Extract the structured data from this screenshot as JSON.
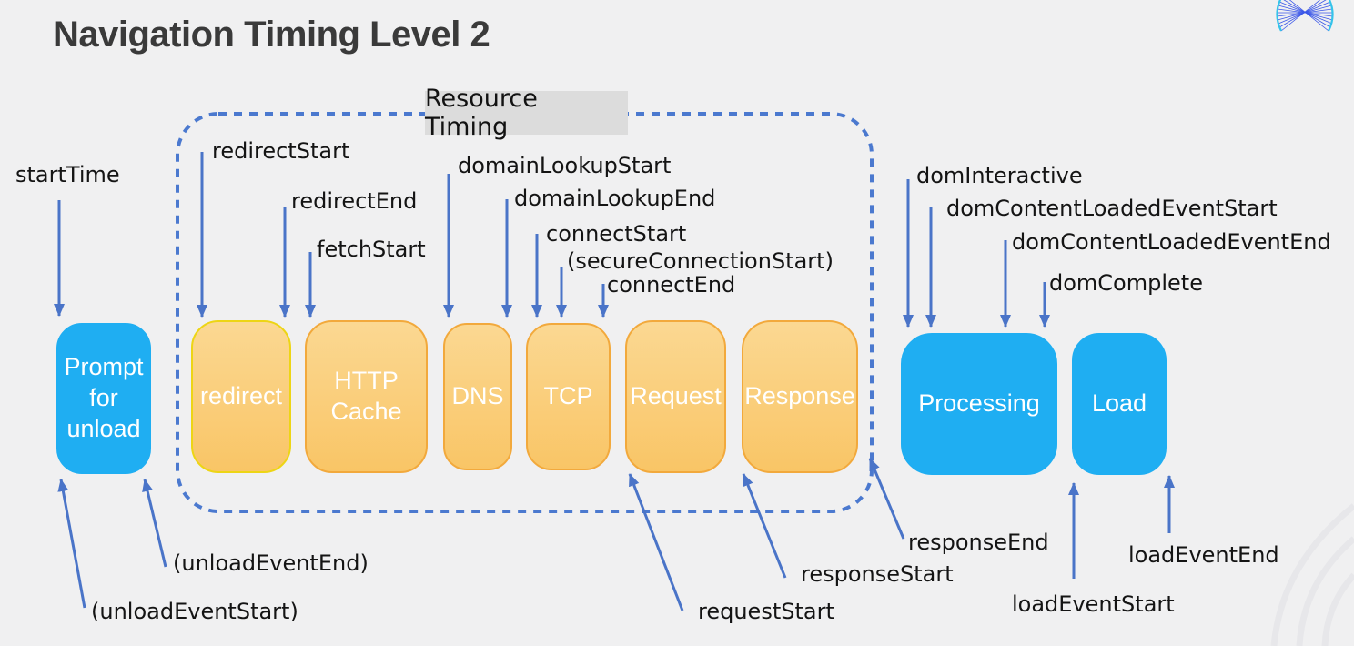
{
  "title": "Navigation Timing Level 2",
  "resource_timing": {
    "label": "Resource Timing"
  },
  "boxes": [
    {
      "id": "prompt",
      "label": "Prompt for unload",
      "color": "blue"
    },
    {
      "id": "redirect",
      "label": "redirect",
      "color": "orange"
    },
    {
      "id": "http-cache",
      "label": "HTTP Cache",
      "color": "orange"
    },
    {
      "id": "dns",
      "label": "DNS",
      "color": "orange"
    },
    {
      "id": "tcp",
      "label": "TCP",
      "color": "orange"
    },
    {
      "id": "request",
      "label": "Request",
      "color": "orange"
    },
    {
      "id": "response",
      "label": "Response",
      "color": "orange"
    },
    {
      "id": "processing",
      "label": "Processing",
      "color": "blue"
    },
    {
      "id": "load",
      "label": "Load",
      "color": "blue"
    }
  ],
  "events": {
    "startTime": "startTime",
    "redirectStart": "redirectStart",
    "redirectEnd": "redirectEnd",
    "fetchStart": "fetchStart",
    "domainLookupStart": "domainLookupStart",
    "domainLookupEnd": "domainLookupEnd",
    "connectStart": "connectStart",
    "secureConnectionStart": "(secureConnectionStart)",
    "connectEnd": "connectEnd",
    "domInteractive": "domInteractive",
    "domContentLoadedEventStart": "domContentLoadedEventStart",
    "domContentLoadedEventEnd": "domContentLoadedEventEnd",
    "domComplete": "domComplete",
    "unloadEventStart": "(unloadEventStart)",
    "unloadEventEnd": "(unloadEventEnd)",
    "requestStart": "requestStart",
    "responseStart": "responseStart",
    "responseEnd": "responseEnd",
    "loadEventStart": "loadEventStart",
    "loadEventEnd": "loadEventEnd"
  },
  "colors": {
    "background": "#f0f0f1",
    "title_text": "#3a3a3a",
    "blue_box": "#1faef2",
    "orange_box_top": "#fbd892",
    "orange_box_bottom": "#f9c566",
    "orange_border": "#f2a93c",
    "yellow_border": "#edd515",
    "arrow_blue": "#4a74c8",
    "dashed_border_blue": "#4b79cf",
    "resource_label_bg": "#dcdcdc",
    "label_text": "#141414"
  }
}
